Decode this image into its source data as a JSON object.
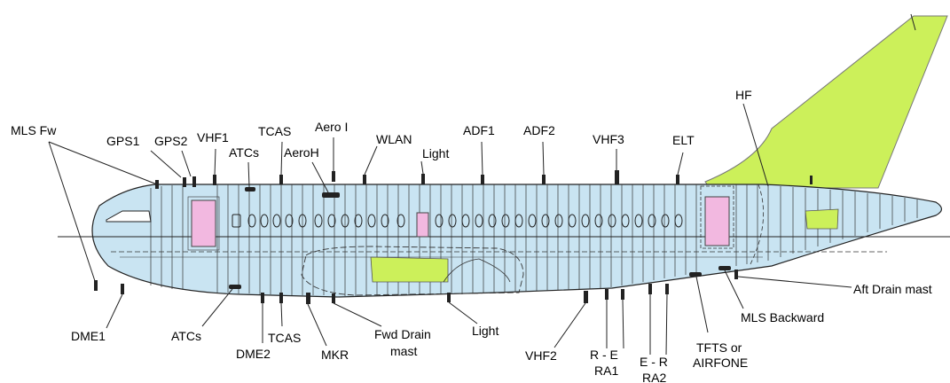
{
  "labels": {
    "mls_fw": "MLS Fw",
    "gps1": "GPS1",
    "gps2": "GPS2",
    "vhf1": "VHF1",
    "atcs_top": "ATCs",
    "tcas_top": "TCAS",
    "aeroh": "AeroH",
    "aero_i": "Aero I",
    "wlan": "WLAN",
    "light_top": "Light",
    "adf1": "ADF1",
    "adf2": "ADF2",
    "vhf3": "VHF3",
    "elt": "ELT",
    "hf": "HF",
    "dme1": "DME1",
    "atcs_bottom": "ATCs",
    "dme2": "DME2",
    "tcas_bottom": "TCAS",
    "mkr": "MKR",
    "fwd_drain_1": "Fwd Drain",
    "fwd_drain_2": "mast",
    "light_bottom": "Light",
    "vhf2": "VHF2",
    "ra1_1": "R - E",
    "ra1_2": "RA1",
    "ra2_1": "E - R",
    "ra2_2": "RA2",
    "tfts_1": "TFTS or",
    "tfts_2": "AIRFONE",
    "mls_backward": "MLS Backward",
    "aft_drain": "Aft Drain mast"
  },
  "colors": {
    "fuselage": "#c9e4f2",
    "tail": "#ccf05a",
    "door": "#f2b8e0",
    "outline": "#222222"
  }
}
